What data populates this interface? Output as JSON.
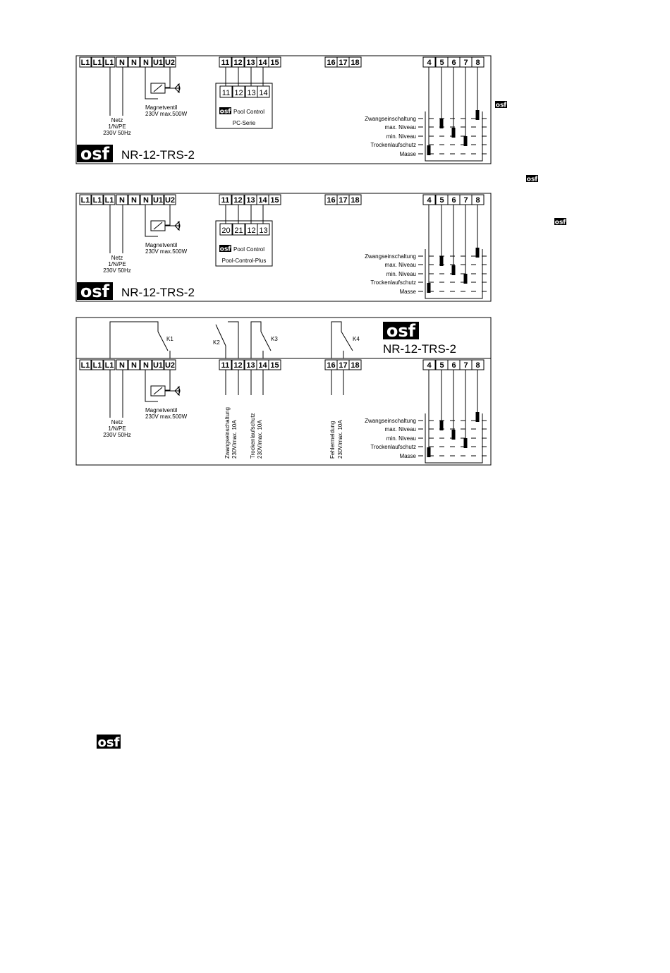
{
  "brand": "osf",
  "terminals_main": [
    "L1",
    "L1",
    "L1",
    "N",
    "N",
    "N",
    "U1",
    "U2"
  ],
  "terminals_group_a": [
    "11",
    "12",
    "13",
    "14",
    "15"
  ],
  "terminals_group_b": [
    "16",
    "17",
    "18"
  ],
  "terminals_probe": [
    "4",
    "5",
    "6",
    "7",
    "8"
  ],
  "labels": {
    "netz": "Netz",
    "netz_phase": "1/N/PE",
    "netz_voltage": "230V 50Hz",
    "valve": "Magnetventil",
    "valve_rating": "230V max.500W",
    "model": "NR-12-TRS-2"
  },
  "probe_labels": [
    "Zwangseinschaltung",
    "max. Niveau",
    "min. Niveau",
    "Trockenlaufschutz",
    "Masse"
  ],
  "panel1": {
    "box_terminals": [
      "11",
      "12",
      "13",
      "14"
    ],
    "box_title": "Pool Control",
    "box_series": "PC-Serie"
  },
  "panel2": {
    "box_terminals": [
      "20",
      "21",
      "12",
      "13"
    ],
    "box_title": "Pool Control",
    "box_series": "Pool-Control-Plus"
  },
  "panel3": {
    "relays": [
      "K1",
      "K2",
      "K3",
      "K4"
    ],
    "vertical_labels": {
      "forced_on": "Zwangseinschaltung",
      "forced_on_rating": "230V/max. 10A",
      "dry_run": "Trockenlaufschutz",
      "dry_run_rating": "230V/max. 10A",
      "fault": "Fehlermeldung",
      "fault_rating": "230V/max. 10A"
    }
  },
  "colors": {
    "ink": "#000000",
    "paper": "#ffffff"
  }
}
